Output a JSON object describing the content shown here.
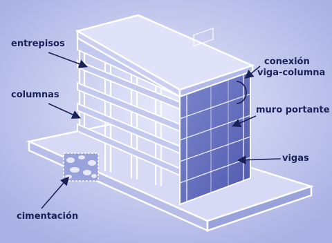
{
  "labels": {
    "entrepisos": "entrepisos",
    "columnas": "columnas",
    "cimentacion": "cimentación",
    "conexion_line1": "conexión",
    "conexion_line2": "viga-columna",
    "muro_portante": "muro portante",
    "vigas": "vigas"
  },
  "colors": {
    "background": "#c8cdf0",
    "structure_outline": "#ffffff",
    "wall_fill": "#6671c0",
    "label_text": "#1a2157",
    "arrow": "#1a2157"
  }
}
